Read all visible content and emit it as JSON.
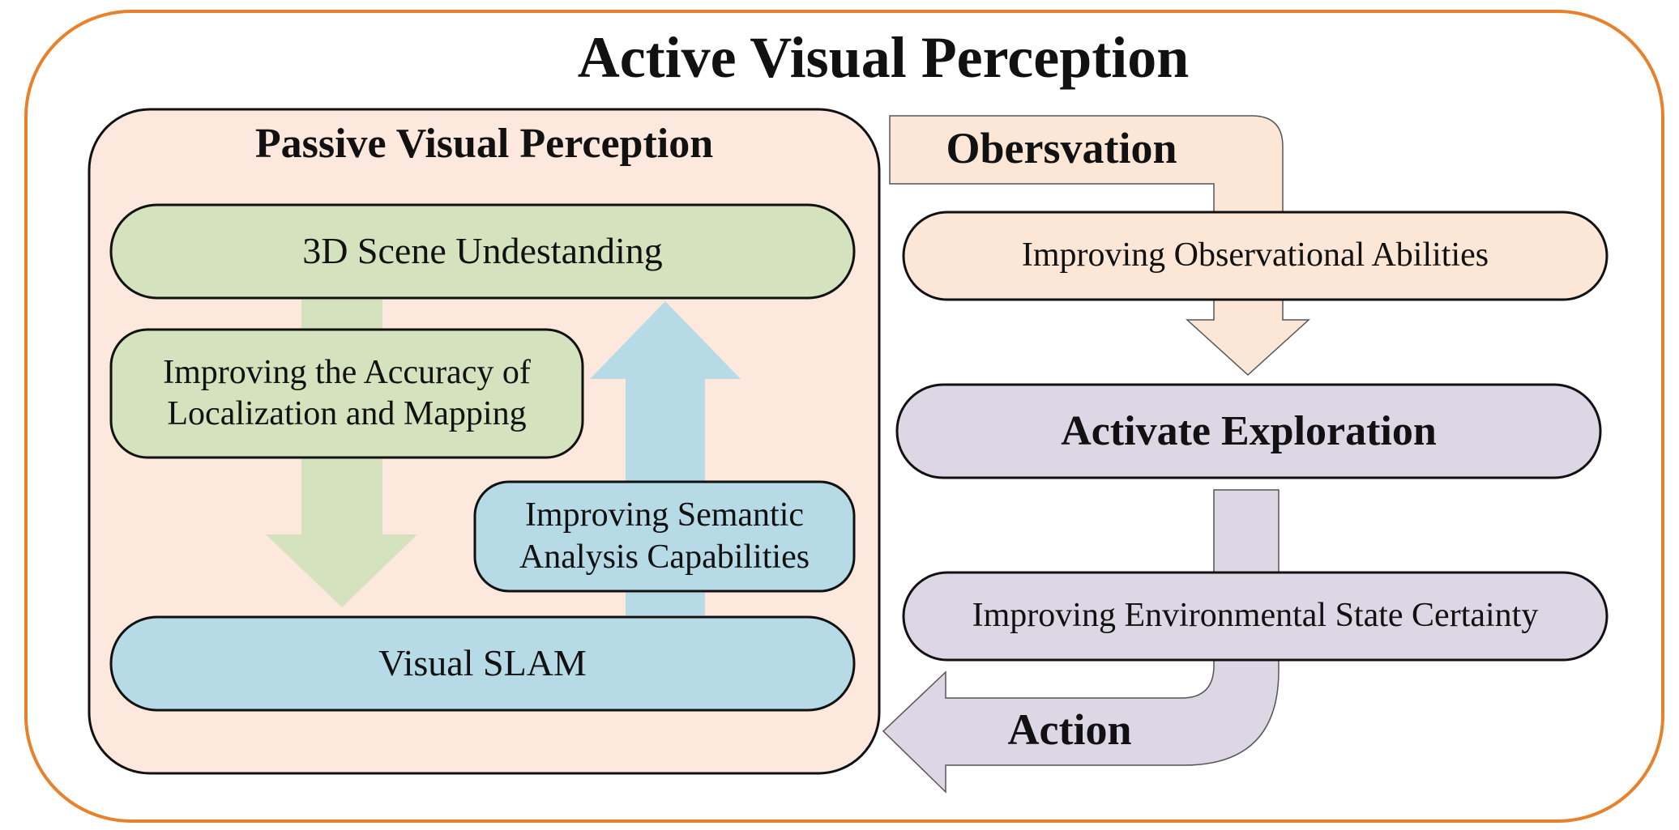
{
  "title": "Active Visual Perception",
  "passive": {
    "title": "Passive Visual Perception",
    "scene_understanding": "3D Scene Undestanding",
    "localization_box": "Improving the Accuracy of\nLocalization and Mapping",
    "semantic_box": "Improving Semantic\nAnalysis Capabilities",
    "visual_slam": "Visual SLAM"
  },
  "loop": {
    "observation_label": "Obersvation",
    "observation_box": "Improving Observational Abilities",
    "exploration_box": "Activate Exploration",
    "certainty_box": "Improving Environmental State Certainty",
    "action_label": "Action"
  },
  "colors": {
    "outer_border": "#e8812c",
    "passive_fill": "#fce8dc",
    "green_fill": "#d4e2bd",
    "blue_fill": "#b6dbe6",
    "purple_fill": "#dcd6e5",
    "peach_fill": "#fce6d6",
    "outline": "#111111"
  }
}
